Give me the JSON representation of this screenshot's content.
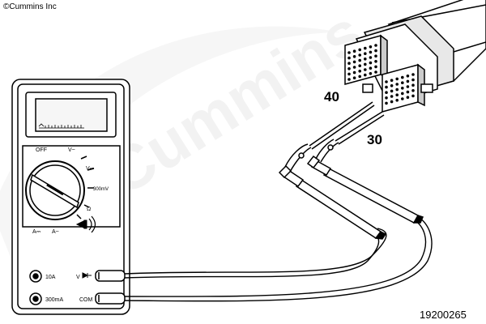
{
  "copyright": "©Cummins Inc",
  "watermark": "Cummins",
  "figure_number": "19200265",
  "connector": {
    "pin_labels": {
      "first": "40",
      "second": "30"
    }
  },
  "multimeter": {
    "function_labels": {
      "off": "OFF",
      "v_ac": "V~",
      "v_dc": "V⎓",
      "mv": "300mV",
      "ohm": "Ω",
      "a_dc": "A⎓",
      "a_ac": "A~"
    },
    "jacks": {
      "ten_amp": "10A",
      "milliamp": "300mA",
      "volt_ohm": "V",
      "common": "COM"
    }
  }
}
